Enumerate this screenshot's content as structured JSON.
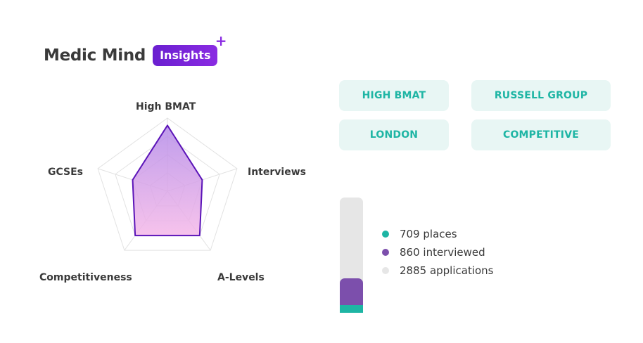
{
  "brand": {
    "name": "Medic Mind",
    "badge": "Insights",
    "plus": "+",
    "badge_color": "#7b22d9"
  },
  "radar": {
    "axes": [
      "High BMAT",
      "Interviews",
      "A-Levels",
      "Competitiveness",
      "GCSEs"
    ],
    "values": [
      0.9,
      0.5,
      0.75,
      0.75,
      0.5
    ],
    "stroke_color": "#5b14b8",
    "fill_top_color": "#b48be8",
    "fill_bottom_color": "#f5b8e8",
    "grid_color": "#e2e2e2"
  },
  "tags": [
    {
      "label": "HIGH BMAT"
    },
    {
      "label": "RUSSELL GROUP"
    },
    {
      "label": "LONDON"
    },
    {
      "label": "COMPETITIVE"
    }
  ],
  "stats": {
    "items": [
      {
        "label": "709 places",
        "value": 709,
        "color": "#1eb5a4"
      },
      {
        "label": "860 interviewed",
        "value": 860,
        "color": "#7c4fac"
      },
      {
        "label": "2885 applications",
        "value": 2885,
        "color": "#e6e6e6"
      }
    ]
  }
}
